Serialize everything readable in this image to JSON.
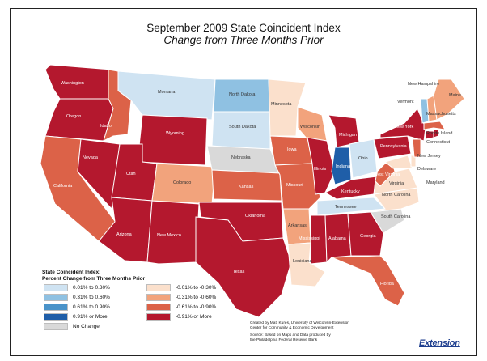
{
  "title": "September 2009 State Coincident Index",
  "subtitle": "Change from Three Months Prior",
  "colors": {
    "c1": "#cfe3f2",
    "c2": "#8fc1e2",
    "c3": "#4a93c9",
    "c4": "#1f5ea8",
    "nc": "#d9d9d9",
    "n1": "#fbe0cc",
    "n2": "#f2a37c",
    "n3": "#dc6248",
    "n4": "#b4182e",
    "border": "#ffffff"
  },
  "legend": {
    "title_line1": "State Coincident Index:",
    "title_line2": "Percent Change from Three Months Prior",
    "items": [
      {
        "key": "c1",
        "label": "0.01% to 0.30%"
      },
      {
        "key": "c2",
        "label": "0.31% to 0.60%"
      },
      {
        "key": "c3",
        "label": "0.61% to 0.90%"
      },
      {
        "key": "c4",
        "label": "0.91% or More"
      },
      {
        "key": "nc",
        "label": "No Change"
      },
      {
        "key": "n1",
        "label": "-0.01% to -0.30%"
      },
      {
        "key": "n2",
        "label": "-0.31% to -0.60%"
      },
      {
        "key": "n3",
        "label": "-0.61% to -0.90%"
      },
      {
        "key": "n4",
        "label": "-0.91% or More"
      }
    ]
  },
  "states": [
    {
      "name": "Washington",
      "cat": "n4"
    },
    {
      "name": "Oregon",
      "cat": "n4"
    },
    {
      "name": "California",
      "cat": "n3"
    },
    {
      "name": "Nevada",
      "cat": "n4"
    },
    {
      "name": "Idaho",
      "cat": "n3"
    },
    {
      "name": "Montana",
      "cat": "c1"
    },
    {
      "name": "Wyoming",
      "cat": "n4"
    },
    {
      "name": "Utah",
      "cat": "n4"
    },
    {
      "name": "Arizona",
      "cat": "n4"
    },
    {
      "name": "New Mexico",
      "cat": "n4"
    },
    {
      "name": "Colorado",
      "cat": "n2"
    },
    {
      "name": "North Dakota",
      "cat": "c2"
    },
    {
      "name": "South Dakota",
      "cat": "c1"
    },
    {
      "name": "Nebraska",
      "cat": "nc"
    },
    {
      "name": "Kansas",
      "cat": "n3"
    },
    {
      "name": "Oklahoma",
      "cat": "n4"
    },
    {
      "name": "Texas",
      "cat": "n4"
    },
    {
      "name": "Minnesota",
      "cat": "n1"
    },
    {
      "name": "Iowa",
      "cat": "n3"
    },
    {
      "name": "Missouri",
      "cat": "n3"
    },
    {
      "name": "Arkansas",
      "cat": "n2"
    },
    {
      "name": "Louisiana",
      "cat": "n1"
    },
    {
      "name": "Wisconsin",
      "cat": "n2"
    },
    {
      "name": "Illinois",
      "cat": "n4"
    },
    {
      "name": "Michigan",
      "cat": "n4"
    },
    {
      "name": "Indiana",
      "cat": "c4"
    },
    {
      "name": "Ohio",
      "cat": "c1"
    },
    {
      "name": "Kentucky",
      "cat": "n4"
    },
    {
      "name": "Tennessee",
      "cat": "c1"
    },
    {
      "name": "Mississippi",
      "cat": "n4"
    },
    {
      "name": "Alabama",
      "cat": "n4"
    },
    {
      "name": "Georgia",
      "cat": "n4"
    },
    {
      "name": "Florida",
      "cat": "n3"
    },
    {
      "name": "South Carolina",
      "cat": "nc"
    },
    {
      "name": "North Carolina",
      "cat": "n1"
    },
    {
      "name": "Virginia",
      "cat": "n1"
    },
    {
      "name": "West Virginia",
      "cat": "n3"
    },
    {
      "name": "Pennsylvania",
      "cat": "n4"
    },
    {
      "name": "New York",
      "cat": "n4"
    },
    {
      "name": "Maryland",
      "cat": "n1"
    },
    {
      "name": "Delaware",
      "cat": "n1"
    },
    {
      "name": "New Jersey",
      "cat": "n3"
    },
    {
      "name": "Connecticut",
      "cat": "n4"
    },
    {
      "name": "Rhode Island",
      "cat": "n4"
    },
    {
      "name": "Massachusetts",
      "cat": "n3"
    },
    {
      "name": "Vermont",
      "cat": "c2"
    },
    {
      "name": "New Hampshire",
      "cat": "n2"
    },
    {
      "name": "Maine",
      "cat": "n2"
    }
  ],
  "credit": {
    "line1": "Created by Matt Kures, University of Wisconsin-Extension",
    "line2": "Center for Community & Economic Development",
    "line3": "Source: Based on Maps and Data produced by",
    "line4": "the Philadelphia Federal Reserve Bank"
  },
  "logo": "Extension"
}
